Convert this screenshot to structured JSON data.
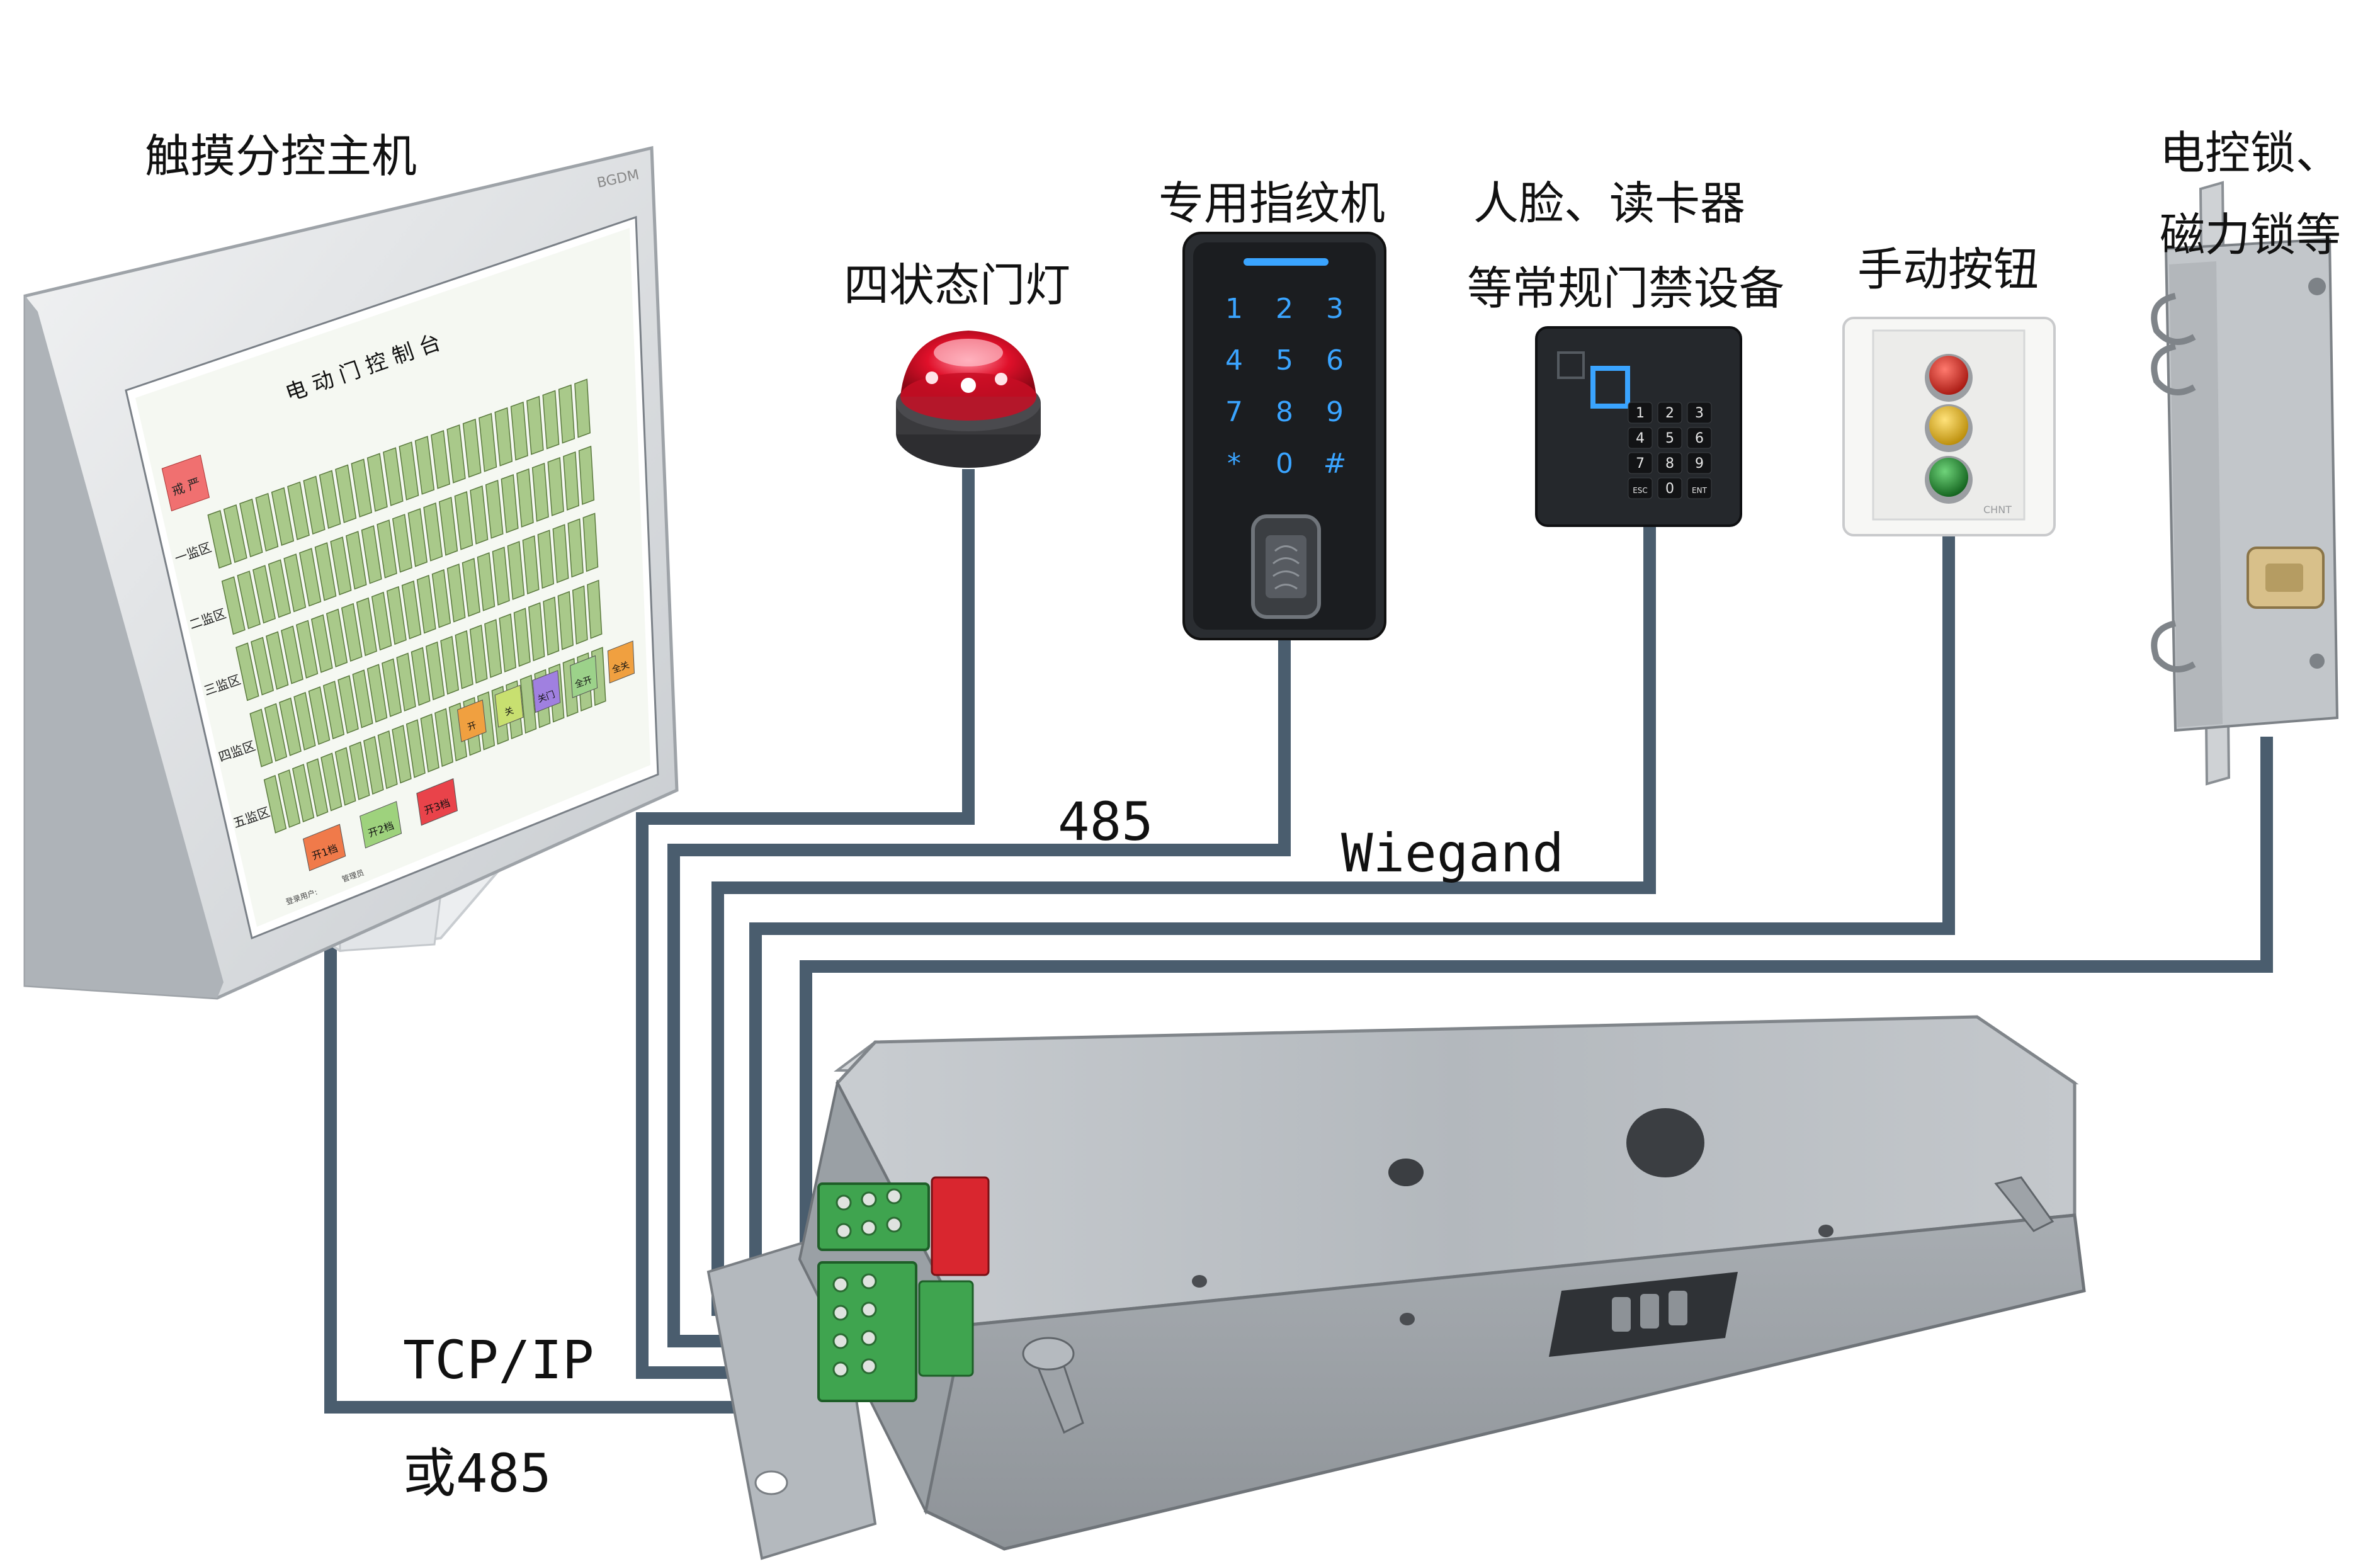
{
  "colors": {
    "cable": "#4a5d6e",
    "monitor_bezel": "#dcdfe2",
    "screen_bg": "#dfe9d8",
    "door_green": "#a9c98a",
    "steel": "#b9bec3",
    "device_black": "#1f2226",
    "lamp_red": "#e0102a",
    "led_blue": "#3aa4ff",
    "btn_red": "#d3251b",
    "btn_yellow": "#e2b81a",
    "btn_green": "#1d8a2b",
    "lock_brass": "#d8c08a"
  },
  "labels": {
    "host": "触摸分控主机",
    "lamp": "四状态门灯",
    "fingerprint": "专用指纹机",
    "reader_l1": "人脸、读卡器",
    "reader_l2": "等常规门禁设备",
    "button": "手动按钮",
    "lock_l1": "电控锁、",
    "lock_l2": "磁力锁等",
    "protocol_485": "485",
    "protocol_wiegand": "Wiegand",
    "host_link_l1": "TCP/IP",
    "host_link_l2": "或485"
  },
  "screen": {
    "brand": "BGDM",
    "title": "电 动 门 控 制 台",
    "alarm_btn": "戒 严",
    "zones": [
      "一监区",
      "二监区",
      "三监区",
      "四监区",
      "五监区"
    ],
    "open_buttons": [
      "开1档",
      "开2档",
      "开3档"
    ],
    "side_buttons": [
      "开",
      "关",
      "关门",
      "全开",
      "全关"
    ],
    "footer_user": "登录用户:",
    "footer_role": "管理员"
  },
  "keypad": {
    "keys": [
      "1",
      "2",
      "3",
      "4",
      "5",
      "6",
      "7",
      "8",
      "9",
      "*",
      "0",
      "#"
    ]
  },
  "reader_keypad": {
    "keys": [
      "1",
      "2",
      "3",
      "4",
      "5",
      "6",
      "7",
      "8",
      "9",
      "ESC",
      "0",
      "ENT"
    ]
  },
  "switch_brand": "CHNT",
  "icons": [
    "fingerprint-sensor-icon",
    "card-rfid-icon"
  ]
}
